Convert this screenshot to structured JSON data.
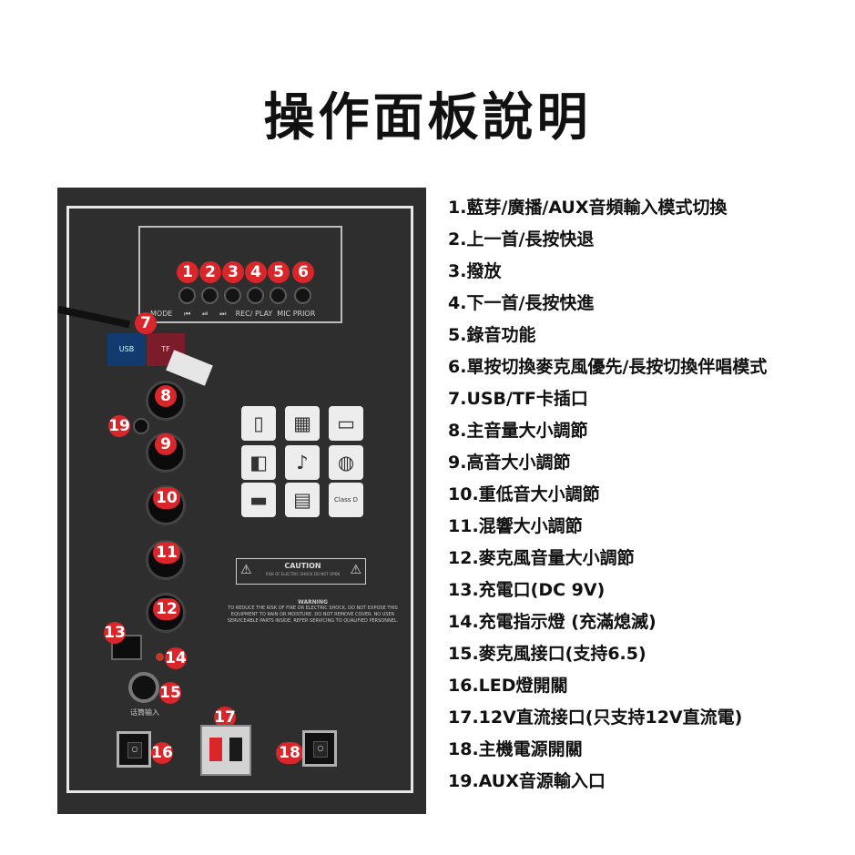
{
  "title": "操作面板說明",
  "panel": {
    "button_captions": [
      "MODE",
      "⏮",
      "⏯",
      "⏭",
      "REC/ PLAY",
      "MIC PRIOR"
    ],
    "caution_label": "CAUTION",
    "caution_sub": "RISK OF ELECTRIC SHOCK DO NOT OPEN",
    "warning_title": "WARNING",
    "warning_body": "TO REDUCE THE RISK OF FIRE OR ELECTRIC SHOCK, DO NOT EXPOSE THIS EQUIPMENT TO RAIN OR MOISTURE. DO NOT REMOVE COVER. NO USER SERVICEABLE PARTS INSIDE. REFER SERVICING TO QUALIFIED PERSONNEL.",
    "mic_input_label": "话筒输入",
    "usb_label": "USB",
    "tf_label": "TF",
    "class_d_label": "Class D",
    "badges": [
      "1",
      "2",
      "3",
      "4",
      "5",
      "6",
      "7",
      "8",
      "9",
      "10",
      "11",
      "12",
      "13",
      "14",
      "15",
      "16",
      "17",
      "18",
      "19"
    ],
    "icons": [
      "charge-icon",
      "sd-card-icon",
      "tablet-icon",
      "mp3-player-icon",
      "microphone-icon",
      "wireless-icon",
      "usb-drive-icon",
      "remote-icon",
      "class-d-icon"
    ],
    "accent_color": "#d9262a"
  },
  "list": [
    "1.藍芽/廣播/AUX音頻輸入模式切換",
    "2.上一首/長按快退",
    "3.撥放",
    "4.下一首/長按快進",
    "5.錄音功能",
    "6.單按切換麥克風優先/長按切換伴唱模式",
    "7.USB/TF卡插口",
    "8.主音量大小調節",
    "9.高音大小調節",
    "10.重低音大小調節",
    "11.混響大小調節",
    "12.麥克風音量大小調節",
    "13.充電口(DC 9V)",
    "14.充電指示燈 (充滿熄滅)",
    "15.麥克風接口(支持6.5)",
    "16.LED燈開關",
    "17.12V直流接口(只支持12V直流電)",
    "18.主機電源開關",
    "19.AUX音源輸入口"
  ]
}
